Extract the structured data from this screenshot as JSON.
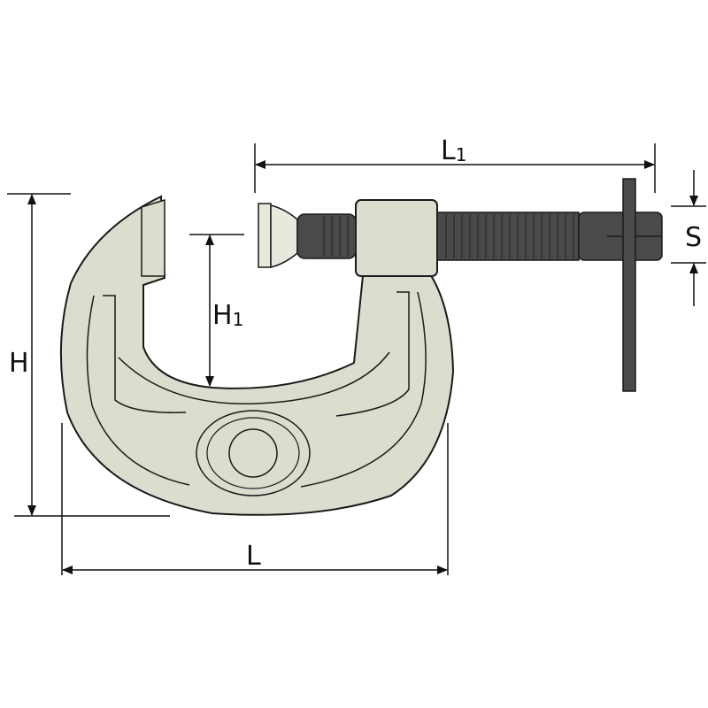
{
  "diagram": {
    "subject": "c-clamp",
    "colors": {
      "body": "#dcdccf",
      "outline": "#1a1a1a",
      "screw": "#4a4a4a",
      "pad": "#e8e8dd",
      "dimension": "#111111"
    },
    "dimensions": {
      "L1": {
        "main": "L",
        "sub": "1"
      },
      "H1": {
        "main": "H",
        "sub": "1"
      },
      "H": {
        "main": "H"
      },
      "L": {
        "main": "L"
      },
      "S": {
        "main": "S"
      }
    }
  }
}
